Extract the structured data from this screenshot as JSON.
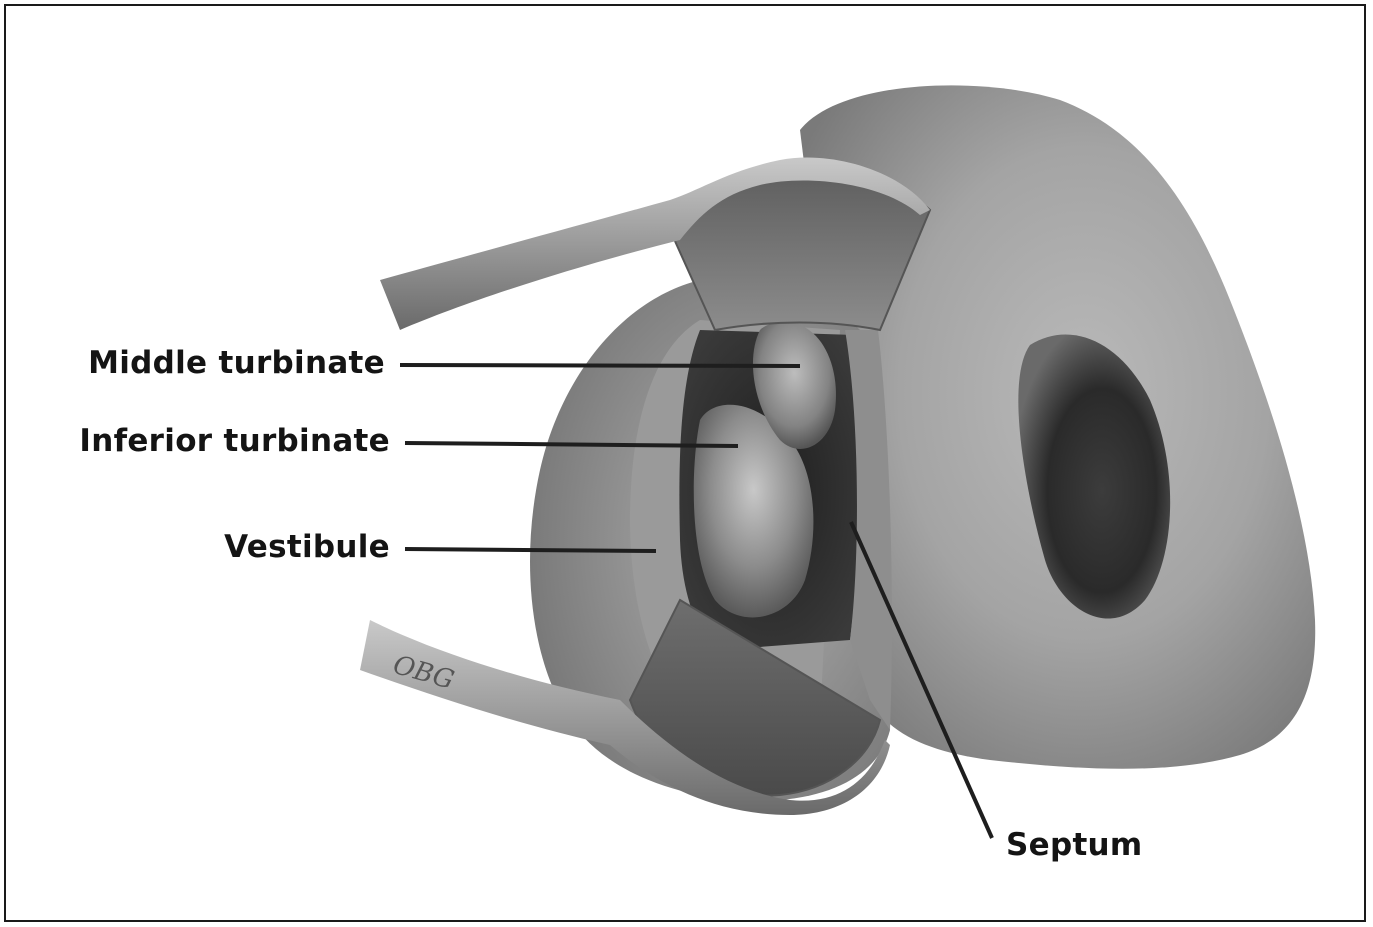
{
  "labels": {
    "middle_turbinate": "Middle turbinate",
    "inferior_turbinate": "Inferior turbinate",
    "vestibule": "Vestibule",
    "septum": "Septum"
  },
  "signature": "OBG",
  "colors": {
    "frame": "#1a1a1a",
    "label_text": "#141414",
    "leader_line": "#1e1e1e"
  }
}
